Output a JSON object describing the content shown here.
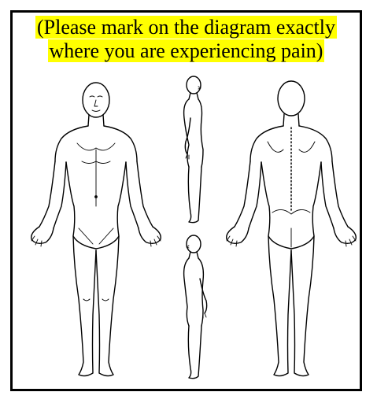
{
  "instructions": {
    "line1": "(Please mark on the diagram exactly",
    "line2": "where you are experiencing pain)",
    "highlight_color": "#ffff00"
  },
  "figures": [
    "front-view",
    "side-view-right",
    "side-view-left",
    "back-view"
  ]
}
